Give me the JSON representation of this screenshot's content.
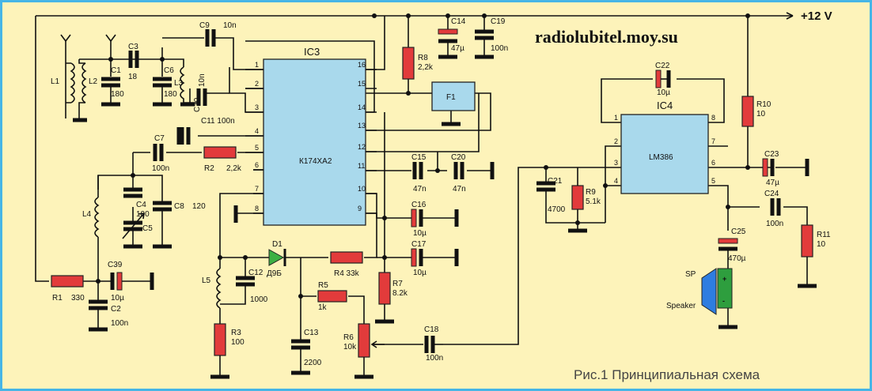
{
  "title": {
    "site": "radiolubitel.moy.su",
    "caption": "Рис.1 Принципиальная схема",
    "supply": "+12 V"
  },
  "ic3": {
    "name": "IC3",
    "part": "К174ХА2",
    "pins_left": [
      "1",
      "2",
      "3",
      "4",
      "5",
      "6",
      "7",
      "8"
    ],
    "pins_right": [
      "16",
      "15",
      "14",
      "13",
      "12",
      "11",
      "10",
      "9"
    ]
  },
  "ic4": {
    "name": "IC4",
    "part": "LM386",
    "pins_left": [
      "1",
      "2",
      "3",
      "4"
    ],
    "pins_right": [
      "8",
      "7",
      "6",
      "5"
    ]
  },
  "f1": {
    "name": "F1"
  },
  "components": {
    "L1": "L1",
    "L2": "L2",
    "L3": "L3",
    "L4": "L4",
    "L5": "L5",
    "C1": "C1",
    "C1v": "180",
    "C3": "C3",
    "C3v": "18",
    "C6": "C6",
    "C6v": "180",
    "C9": "C9",
    "C9v": "10n",
    "C10": "C10",
    "C10v": "10n",
    "C11": "C11 100n",
    "C7": "C7",
    "C7v": "100n",
    "R2": "R2",
    "R2v": "2,2k",
    "C4": "C4",
    "C4v": "100",
    "C5": "C5",
    "C8": "C8",
    "C8v": "120",
    "C39": "C39",
    "C39v": "10µ",
    "R1": "R1",
    "R1v": "330",
    "C2": "C2",
    "C2v": "100n",
    "C12": "C12",
    "C12v": "1000",
    "R3": "R3",
    "R3v": "100",
    "D1": "D1",
    "D1v": "Д9Б",
    "R4": "R4 33k",
    "C13": "C13",
    "C13v": "2200",
    "R5": "R5",
    "R5v": "1k",
    "R6": "R6",
    "R6v": "10k",
    "C14": "C14",
    "C14v": "47µ",
    "C19": "C19",
    "C19v": "100n",
    "R8": "R8",
    "R8v": "2,2k",
    "C15": "C15",
    "C15v": "47n",
    "C20": "C20",
    "C20v": "47n",
    "C16": "C16",
    "C16v": "10µ",
    "C17": "C17",
    "C17v": "10µ",
    "R7": "R7",
    "R7v": "8.2k",
    "C18": "C18",
    "C18v": "100n",
    "C21": "C21",
    "C21v": "4700",
    "R9": "R9",
    "R9v": "5.1k",
    "C22": "C22",
    "C22v": "10µ",
    "R10": "R10",
    "R10v": "10",
    "C23": "C23",
    "C23v": "47µ",
    "C24": "C24",
    "C24v": "100n",
    "C25": "C25",
    "C25v": "470µ",
    "R11": "R11",
    "R11v": "10",
    "SP": "SP",
    "SPv": "Speaker"
  },
  "colors": {
    "background": "#fdf3ba",
    "border": "#46b5e6",
    "resistor": "#e23b3b",
    "ic": "#a9d9ec",
    "diode": "#3cb043",
    "speaker": "#2e7de0",
    "speaker_body": "#2e9e3e"
  }
}
